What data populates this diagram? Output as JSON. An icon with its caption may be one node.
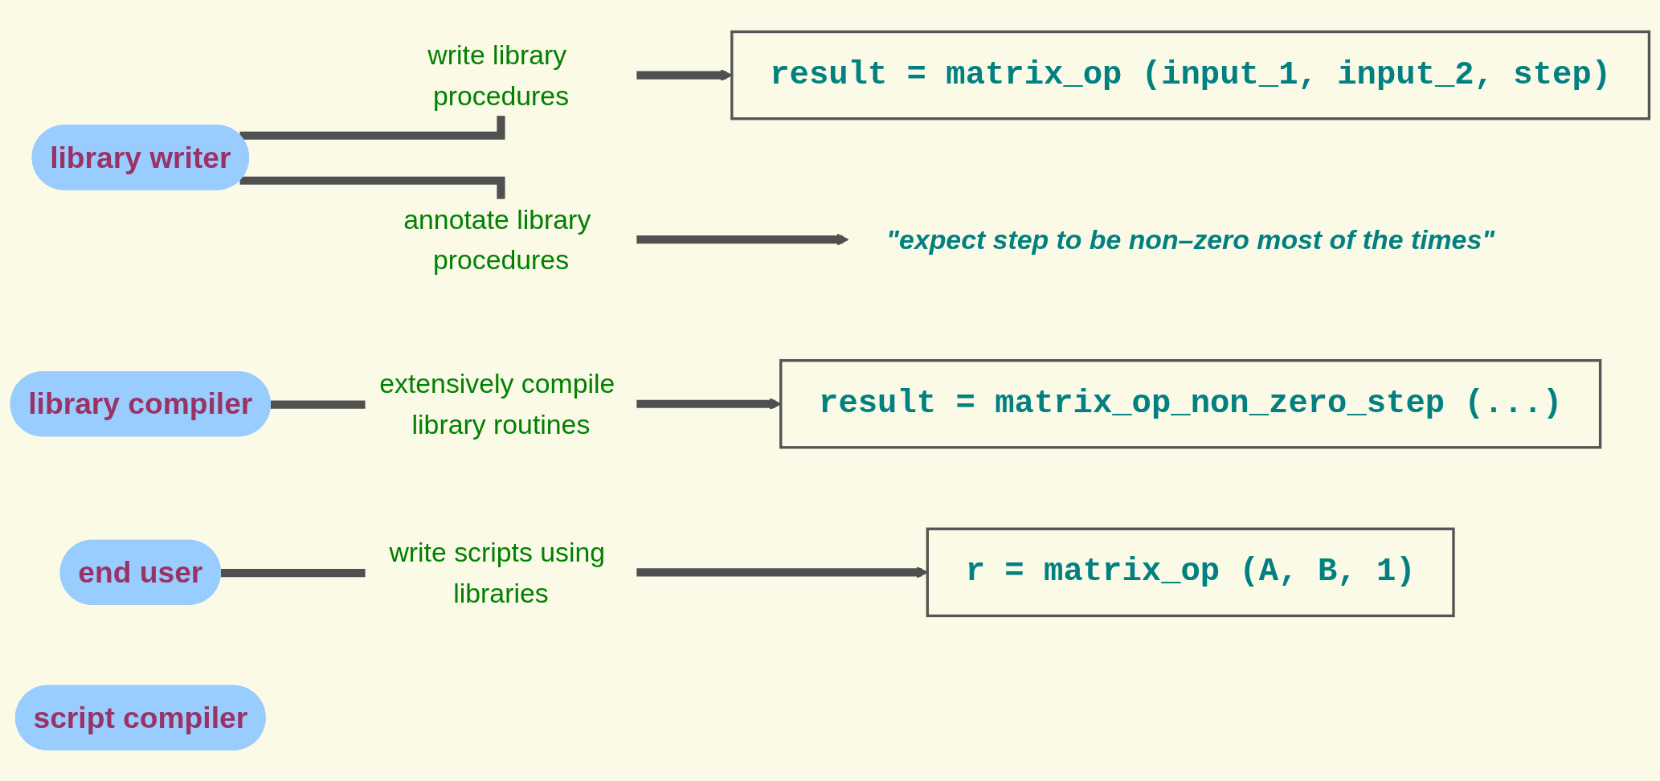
{
  "diagram": {
    "nodes": [
      {
        "text": [
          "library writer"
        ]
      },
      {
        "text": [
          "result = matrix_op (input_1, input_2, step)"
        ]
      },
      {
        "text": [
          "\"expect step to be non–zero most of the times\""
        ]
      },
      {
        "text": [
          "library compiler"
        ]
      },
      {
        "text": [
          "result = matrix_op_non_zero_step (...)"
        ]
      },
      {
        "text": [
          "end user"
        ]
      },
      {
        "text": [
          "r = matrix_op (A, B, 1)"
        ]
      },
      {
        "text": [
          "script compiler"
        ]
      }
    ],
    "edges": [
      {
        "from": 0,
        "to": 1,
        "arrow": "to",
        "label": "write library procedures"
      },
      {
        "from": 0,
        "to": 2,
        "arrow": "to",
        "label": "annotate library procedures"
      },
      {
        "from": 3,
        "to": 4,
        "arrow": "to",
        "label": "extensively compile library routines"
      },
      {
        "from": 5,
        "to": 6,
        "arrow": "to",
        "label": "write scripts using libraries"
      }
    ]
  }
}
